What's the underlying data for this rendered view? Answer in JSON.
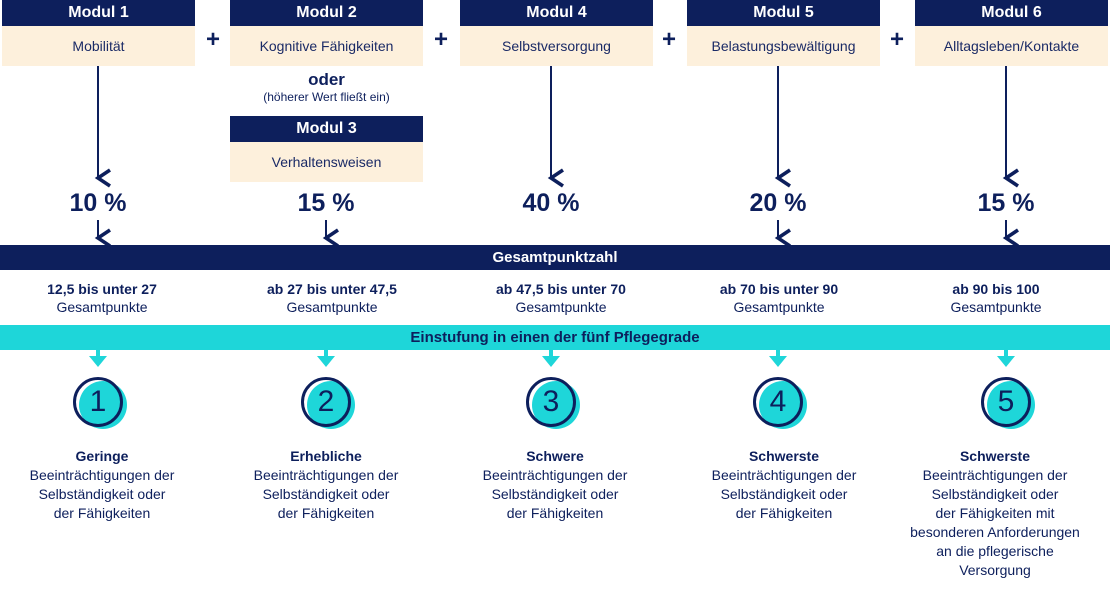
{
  "modules": [
    {
      "title": "Modul 1",
      "label": "Mobilität"
    },
    {
      "title": "Modul 2",
      "label": "Kognitive Fähigkeiten"
    },
    {
      "title": "Modul 4",
      "label": "Selbstversorgung"
    },
    {
      "title": "Modul 5",
      "label": "Belastungsbewältigung"
    },
    {
      "title": "Modul 6",
      "label": "Alltagsleben/Kontakte"
    }
  ],
  "module3": {
    "title": "Modul 3",
    "label": "Verhaltensweisen"
  },
  "or_text": "oder",
  "or_note": "(höherer Wert fließt ein)",
  "plus": "+",
  "percents": [
    "10 %",
    "15 %",
    "40 %",
    "20 %",
    "15 %"
  ],
  "total_label": "Gesamtpunktzahl",
  "ranges": [
    {
      "bold": "12,5 bis unter 27",
      "normal": "Gesamtpunkte"
    },
    {
      "bold": "ab 27 bis unter 47,5",
      "normal": "Gesamtpunkte"
    },
    {
      "bold": "ab 47,5 bis unter 70",
      "normal": "Gesamtpunkte"
    },
    {
      "bold": "ab 70 bis unter 90",
      "normal": "Gesamtpunkte"
    },
    {
      "bold": "ab 90 bis 100",
      "normal": "Gesamtpunkte"
    }
  ],
  "classification_label": "Einstufung in einen der fünf Pflegegrade",
  "grades": [
    {
      "number": "1",
      "bold": "Geringe",
      "lines": [
        "Beeinträchtigungen der",
        "Selbständigkeit oder",
        "der Fähigkeiten"
      ]
    },
    {
      "number": "2",
      "bold": "Erhebliche",
      "lines": [
        "Beeinträchtigungen der",
        "Selbständigkeit oder",
        "der Fähigkeiten"
      ]
    },
    {
      "number": "3",
      "bold": "Schwere",
      "lines": [
        "Beeinträchtigungen der",
        "Selbständigkeit oder",
        "der Fähigkeiten"
      ]
    },
    {
      "number": "4",
      "bold": "Schwerste",
      "lines": [
        "Beeinträchtigungen der",
        "Selbständigkeit oder",
        "der Fähigkeiten"
      ]
    },
    {
      "number": "5",
      "bold": "Schwerste",
      "lines": [
        "Beeinträchtigungen der",
        "Selbständigkeit oder",
        "der Fähigkeiten mit",
        "besonderen Anforderungen",
        "an die pflegerische",
        "Versorgung"
      ]
    }
  ],
  "colors": {
    "navy": "#0d1f5c",
    "cream": "#fdf0dc",
    "cyan": "#1ed6d9"
  }
}
